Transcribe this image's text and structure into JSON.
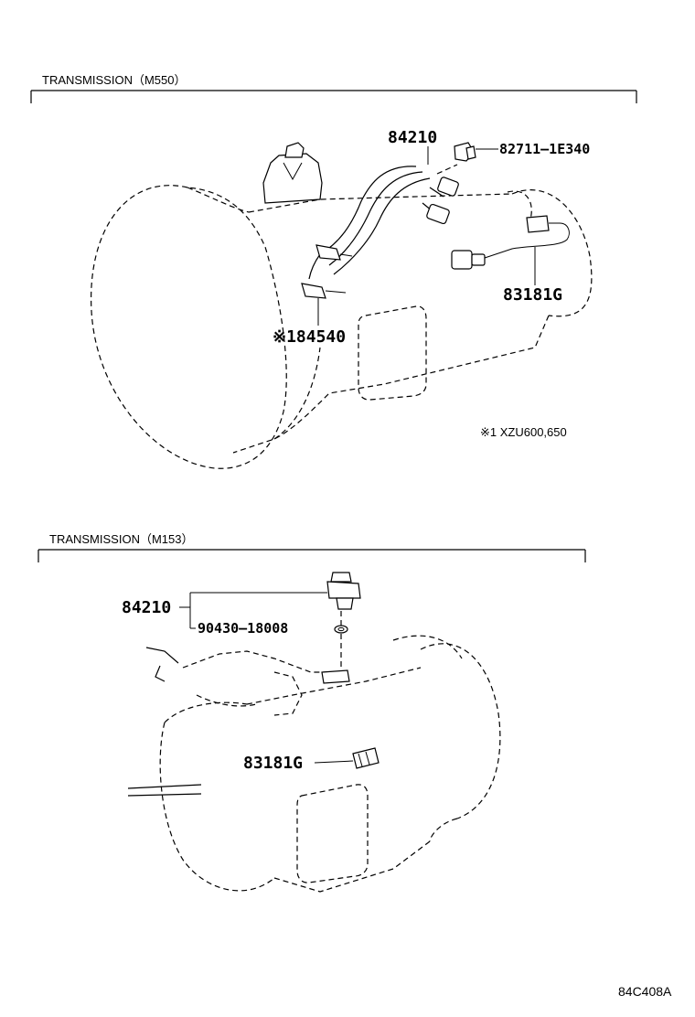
{
  "sections": [
    {
      "title": "TRANSMISSION（M550）",
      "parts": {
        "p84210": "84210",
        "p82711": "82711–1E340",
        "p83181g": "83181G",
        "p84540": "※184540"
      },
      "footnote": "※1  XZU600,650"
    },
    {
      "title": "TRANSMISSION（M153）",
      "parts": {
        "p84210": "84210",
        "p90430": "90430–18008",
        "p83181g": "83181G"
      }
    }
  ],
  "diagram_code": "84C408A"
}
